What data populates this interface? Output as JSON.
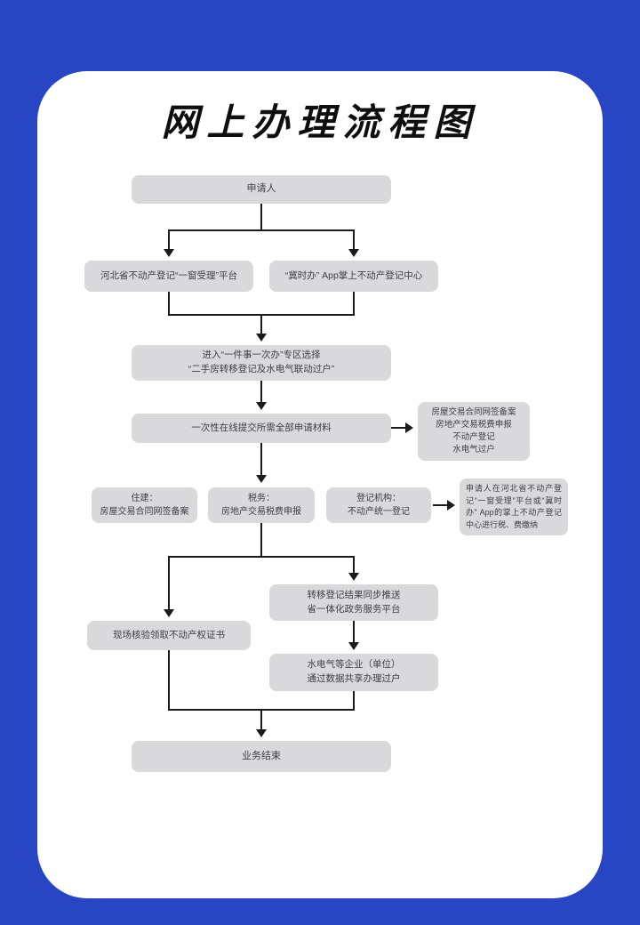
{
  "page": {
    "title": "网上办理流程图"
  },
  "colors": {
    "background": "#2845c4",
    "card": "#ffffff",
    "node_fill": "#d9d9db",
    "node_text": "#3e3e44",
    "line": "#1b1b1b"
  },
  "flow": {
    "applicant": "申请人",
    "platform": "河北省不动产登记“一窗受理”平台",
    "app": "“冀时办” App掌上不动产登记中心",
    "enter_zone_line1": "进入“一件事一次办”专区选择",
    "enter_zone_line2": "“二手房转移登记及水电气联动过户”",
    "submit": "一次性在线提交所需全部申请材料",
    "bundle_line1": "房屋交易合同网签备案",
    "bundle_line2": "房地产交易税费申报",
    "bundle_line3": "不动产登记",
    "bundle_line4": "水电气过户",
    "housing_line1": "住建：",
    "housing_line2": "房屋交易合同网签备案",
    "tax_line1": "税务：",
    "tax_line2": "房地产交易税费申报",
    "registry_line1": "登记机构：",
    "registry_line2": "不动产统一登记",
    "payment_note": "申请人在河北省不动产登记“一窗受理”平台或“冀时办” App的掌上不动产登记中心进行税、费缴纳",
    "onsite": "现场核验领取不动产权证书",
    "push_line1": "转移登记结果同步推送",
    "push_line2": "省一体化政务服务平台",
    "utility_line1": "水电气等企业（单位）",
    "utility_line2": "通过数据共享办理过户",
    "end": "业务结束"
  }
}
